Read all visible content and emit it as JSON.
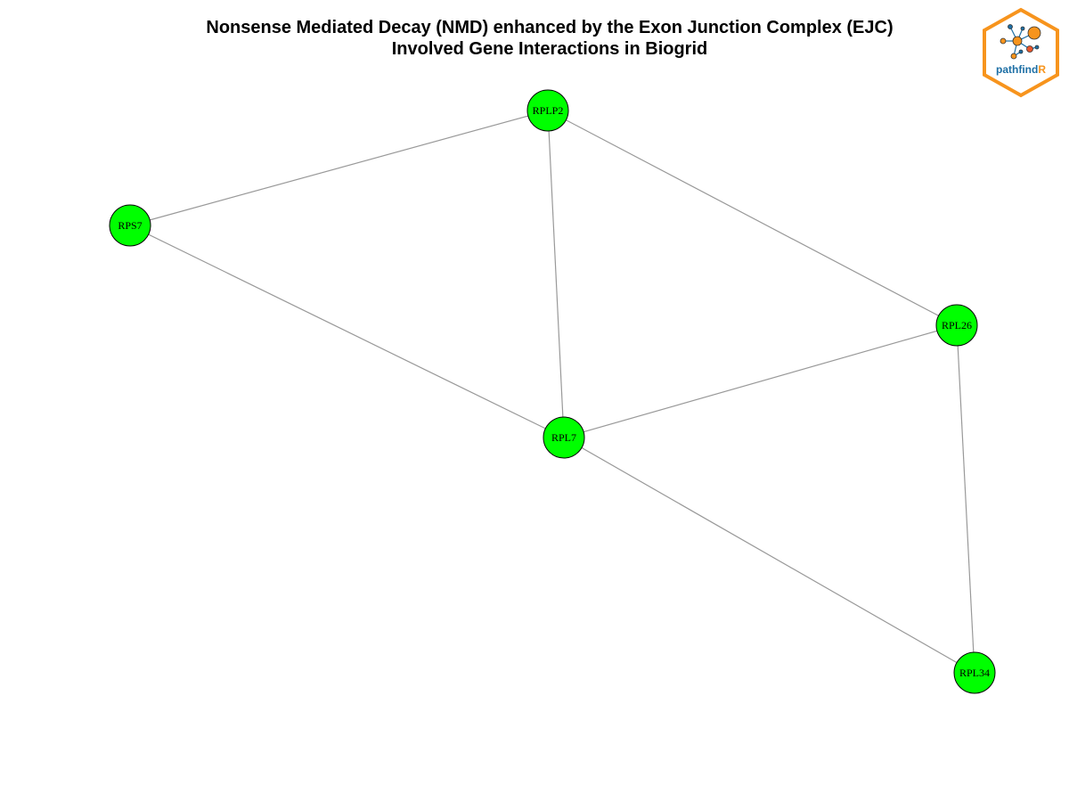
{
  "title": {
    "line1": "Nonsense Mediated Decay (NMD) enhanced by the Exon Junction Complex (EJC)",
    "line2": "Involved Gene Interactions in Biogrid"
  },
  "logo": {
    "text_main": "pathfind",
    "text_accent": "R",
    "border_color": "#F7941D",
    "text_color": "#1D6FA5",
    "accent_color": "#F7941D"
  },
  "network": {
    "node_fill": "#00FF00",
    "node_stroke": "#000000",
    "edge_color": "#999999",
    "nodes": [
      {
        "id": "RPLP2",
        "label": "RPLP2"
      },
      {
        "id": "RPS7",
        "label": "RPS7"
      },
      {
        "id": "RPL26",
        "label": "RPL26"
      },
      {
        "id": "RPL7",
        "label": "RPL7"
      },
      {
        "id": "RPL34",
        "label": "RPL34"
      }
    ],
    "edges": [
      [
        "RPLP2",
        "RPS7"
      ],
      [
        "RPLP2",
        "RPL7"
      ],
      [
        "RPLP2",
        "RPL26"
      ],
      [
        "RPS7",
        "RPL7"
      ],
      [
        "RPL26",
        "RPL7"
      ],
      [
        "RPL26",
        "RPL34"
      ],
      [
        "RPL7",
        "RPL34"
      ]
    ]
  }
}
